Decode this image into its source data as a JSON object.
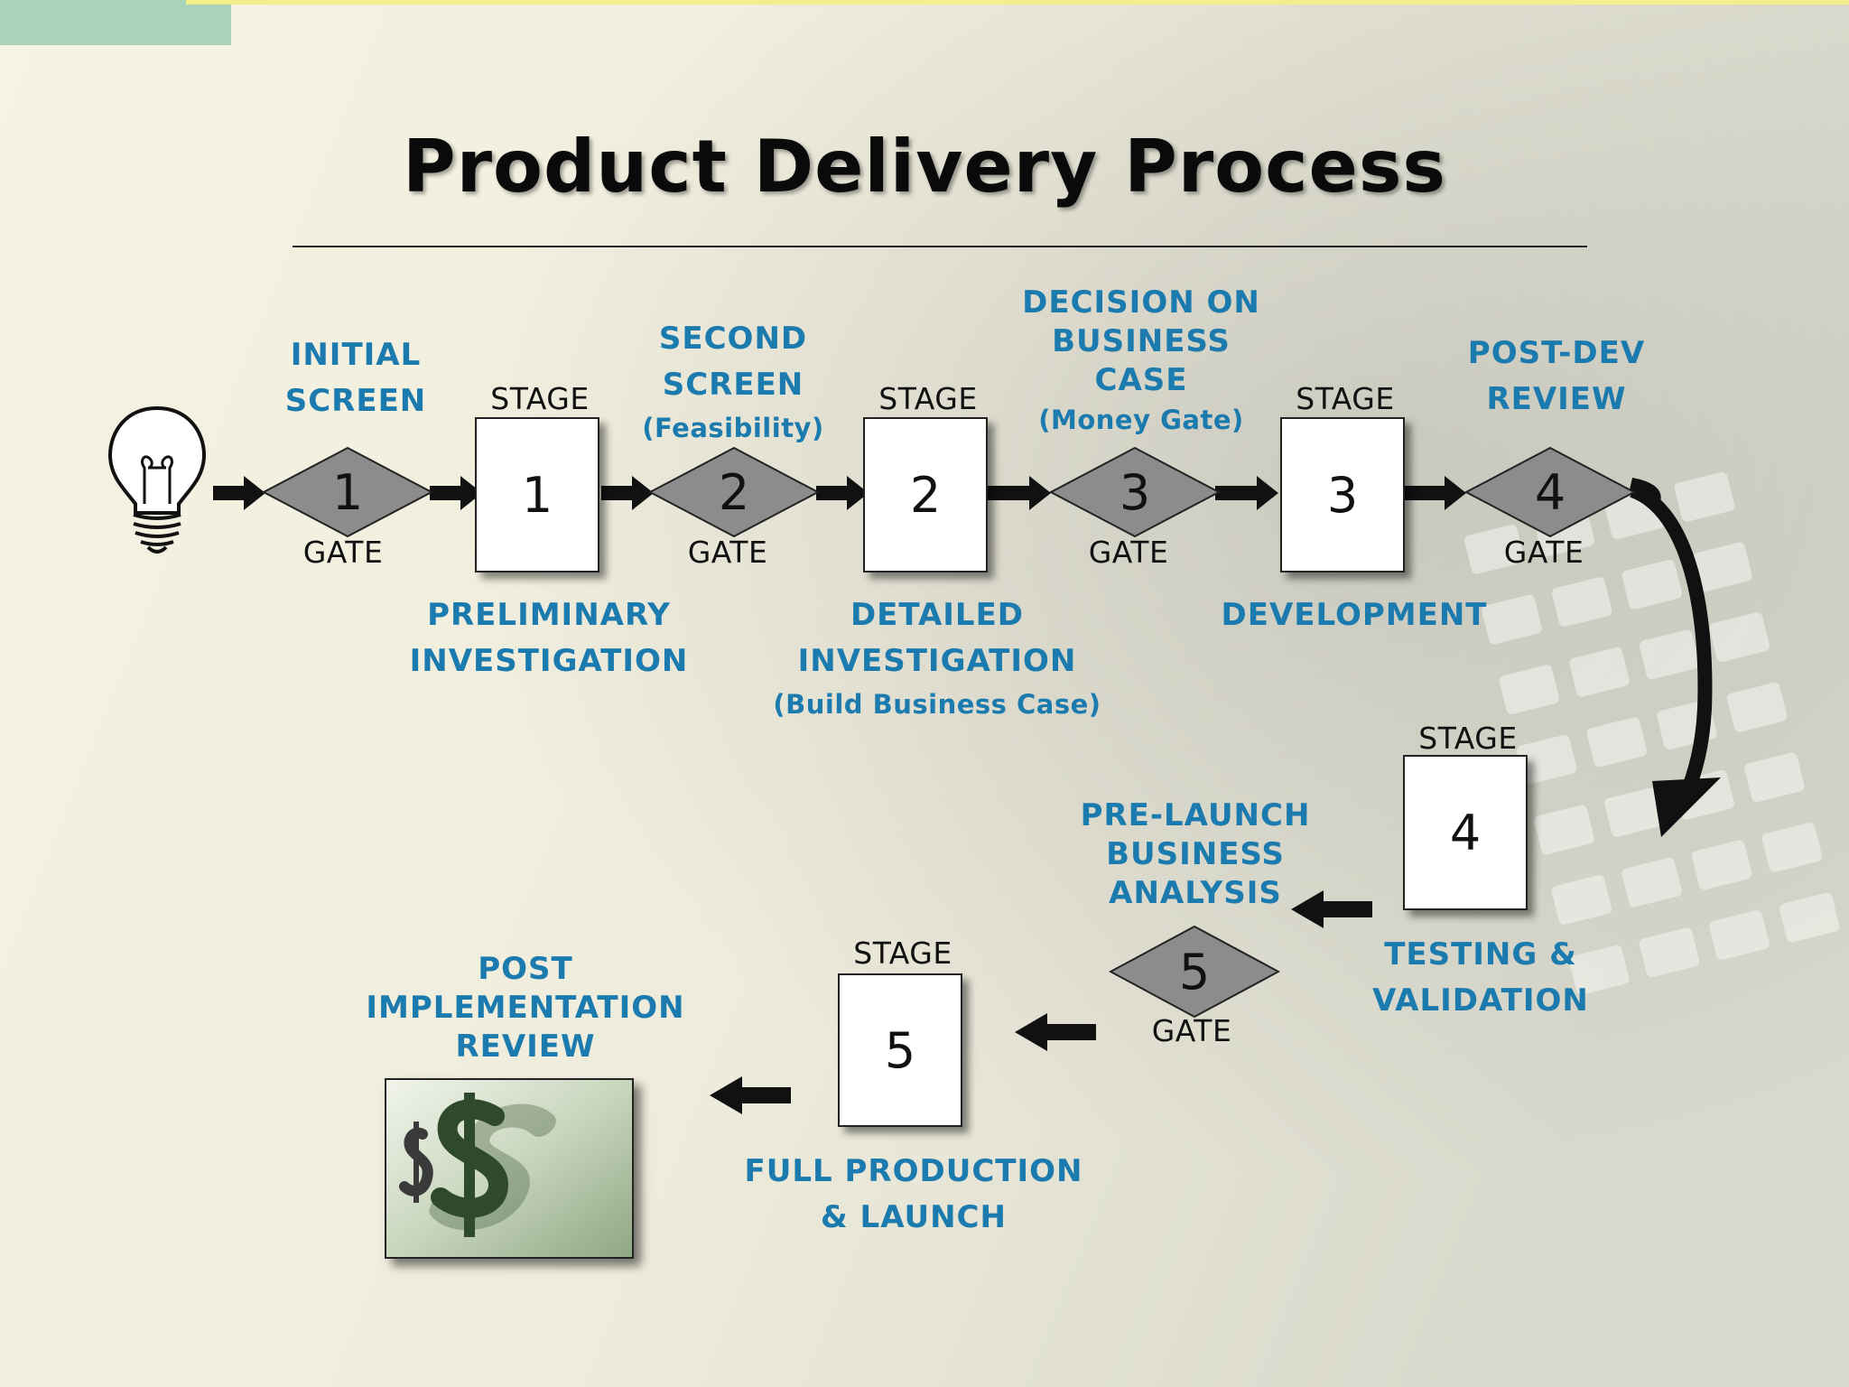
{
  "title": "Product Delivery Process",
  "labels": {
    "gate": "GATE",
    "stage": "STAGE"
  },
  "gates": [
    {
      "number": "1",
      "heading": [
        "INITIAL",
        "SCREEN"
      ],
      "sub": ""
    },
    {
      "number": "2",
      "heading": [
        "SECOND",
        "SCREEN"
      ],
      "sub": "(Feasibility)"
    },
    {
      "number": "3",
      "heading": [
        "DECISION ON",
        "BUSINESS",
        "CASE"
      ],
      "sub": "(Money Gate)"
    },
    {
      "number": "4",
      "heading": [
        "POST-DEV",
        "REVIEW"
      ],
      "sub": ""
    },
    {
      "number": "5",
      "heading": [
        "PRE-LAUNCH",
        "BUSINESS",
        "ANALYSIS"
      ],
      "sub": ""
    }
  ],
  "stages": [
    {
      "number": "1",
      "caption": [
        "PRELIMINARY",
        "INVESTIGATION"
      ],
      "sub": ""
    },
    {
      "number": "2",
      "caption": [
        "DETAILED",
        "INVESTIGATION"
      ],
      "sub": "(Build Business Case)"
    },
    {
      "number": "3",
      "caption": [
        "DEVELOPMENT"
      ],
      "sub": ""
    },
    {
      "number": "4",
      "caption": [
        "TESTING &",
        "VALIDATION"
      ],
      "sub": ""
    },
    {
      "number": "5",
      "caption": [
        "FULL PRODUCTION",
        "& LAUNCH"
      ],
      "sub": ""
    }
  ],
  "final": {
    "heading": [
      "POST",
      "IMPLEMENTATION",
      "REVIEW"
    ]
  },
  "colors": {
    "accent_blue": "#1b7aae",
    "gate_fill": "#8c8c8c",
    "top_left_tab": "#a9d2bb",
    "top_strip": "#f2ef8c"
  },
  "icons": [
    "lightbulb-icon",
    "dollar-sign-image",
    "curved-arrow-icon"
  ]
}
